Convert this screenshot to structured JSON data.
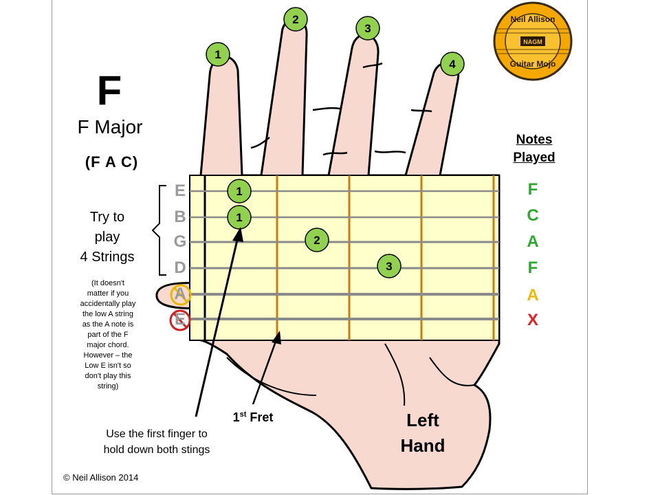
{
  "chord": {
    "name": "F",
    "full_name": "F Major",
    "notes": "(F  A  C)"
  },
  "strings": [
    {
      "letter": "E",
      "note": "F",
      "note_color": "#2ea82e"
    },
    {
      "letter": "B",
      "note": "C",
      "note_color": "#2ea82e"
    },
    {
      "letter": "G",
      "note": "A",
      "note_color": "#2ea82e"
    },
    {
      "letter": "D",
      "note": "F",
      "note_color": "#2ea82e"
    },
    {
      "letter": "A",
      "note": "A",
      "note_color": "#f0b800"
    },
    {
      "letter": "E",
      "note": "X",
      "note_color": "#e02020"
    }
  ],
  "fingers": [
    "1",
    "2",
    "3",
    "4"
  ],
  "fretboard": {
    "dots": [
      {
        "label": "1",
        "string": 1,
        "fret": 1
      },
      {
        "label": "1",
        "string": 2,
        "fret": 1
      },
      {
        "label": "2",
        "string": 3,
        "fret": 2
      },
      {
        "label": "3",
        "string": 4,
        "fret": 3
      }
    ]
  },
  "try_text": [
    "Try to",
    "play",
    "4 Strings"
  ],
  "aside_text": [
    "(It doesn't",
    "matter if you",
    "accidentally play",
    "the low A string",
    "as the A note is",
    "part of the F",
    "major chord.",
    "However – the",
    "Low E isn't so",
    "don't play this",
    "string)"
  ],
  "notes_played_heading": [
    "Notes",
    "Played"
  ],
  "fret_label": {
    "number": "1",
    "suffix": "st",
    "word": "Fret"
  },
  "instruction": [
    "Use the first finger to",
    "hold down both stings"
  ],
  "hand_label": [
    "Left",
    "Hand"
  ],
  "copyright": "© Neil Allison 2014",
  "logo": {
    "top_text": "Neil Allison",
    "center_text": "NAGM",
    "bottom_text": "Guitar Mojo"
  },
  "colors": {
    "fretboard": "#ffffcc",
    "fret": "#d07810",
    "string": "#8a8a8a",
    "dot_fill": "#92d050",
    "played": "#2ea82e",
    "optional": "#f0b800",
    "muted": "#e02020",
    "skin": "#f7d9cf"
  }
}
